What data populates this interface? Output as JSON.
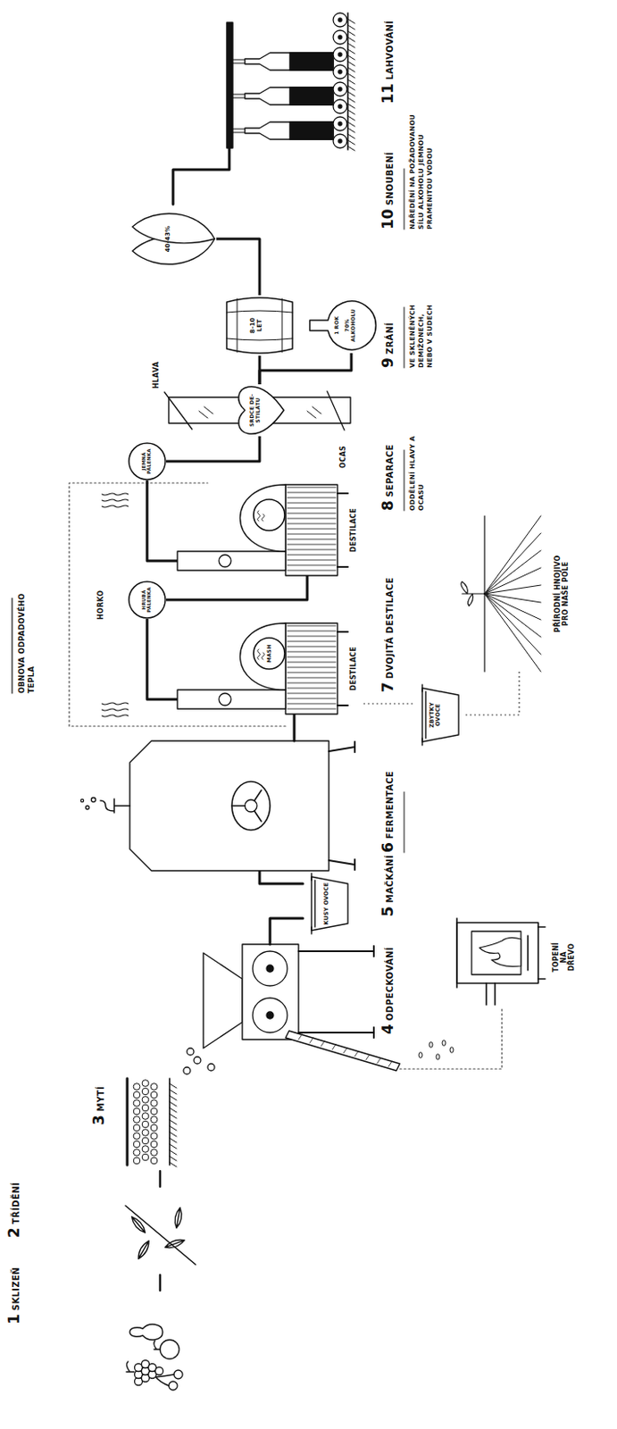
{
  "diagram": {
    "nodes": [
      {
        "text": [
          "KUSY OVOCE"
        ]
      },
      {
        "text": [
          "MASH",
          "DESTILACE"
        ]
      },
      {
        "text": [
          "HRUBÁ PÁLENKA"
        ]
      },
      {
        "text": [
          "DESTILACE"
        ]
      },
      {
        "text": [
          "JEMNÁ PÁLENKA"
        ]
      },
      {
        "text": [
          "SRDCE DE- STILÁTU"
        ]
      },
      {
        "text": [
          "1 ROK",
          "70% ALKOHOLU"
        ]
      },
      {
        "text": [
          "8-10 LET"
        ]
      },
      {
        "text": [
          "40-43%"
        ]
      },
      {
        "text": [
          "ZBYTKY OVOCE"
        ]
      },
      {
        "text": [
          "PŘÍRODNÍ HNOJIVO PRO NAŠE POLE"
        ]
      },
      {
        "text": [
          "TOPENÍ NA DŘEVO"
        ]
      }
    ],
    "edges": [
      {
        "from": 1,
        "to": 2,
        "arrow": "none"
      },
      {
        "from": 2,
        "to": 3,
        "arrow": "none"
      },
      {
        "from": 3,
        "to": 4,
        "arrow": "none"
      },
      {
        "from": 4,
        "to": 5,
        "arrow": "none"
      },
      {
        "from": 5,
        "to": 6,
        "arrow": "none"
      },
      {
        "from": 5,
        "to": 7,
        "arrow": "none"
      },
      {
        "from": 7,
        "to": 8,
        "arrow": "none"
      },
      {
        "from": 1,
        "to": 9,
        "arrow": "none"
      },
      {
        "from": 9,
        "to": 10,
        "arrow": "none"
      }
    ],
    "labels": [
      "1",
      "SKLIZEŇ",
      "2",
      "TŘÍDĚNÍ",
      "3",
      "MYTÍ",
      "4",
      "ODPECKOVÁNÍ",
      "5",
      "MAČKÁNÍ",
      "6",
      "FERMENTACE",
      "7",
      "DVOJITÁ DESTILACE",
      "8",
      "SEPARACE",
      "ODDĚLENÍ HLAVY A OCASU",
      "9",
      "ZRÁNÍ",
      "VE SKLENĚNÝCH DEMIŽONECH, NEBO V SUDECH",
      "10",
      "SNOUBENÍ",
      "NAŘEDĚNÍ NA POŽADOVANOU SÍLU ALKOHOLU JEMNOU PRAMENITOU VODOU",
      "11",
      "LAHVOVÁNÍ",
      "HLAVA",
      "OCAS",
      "OBNOVA ODPADOVÉHO TEPLA",
      "HORKO"
    ]
  }
}
